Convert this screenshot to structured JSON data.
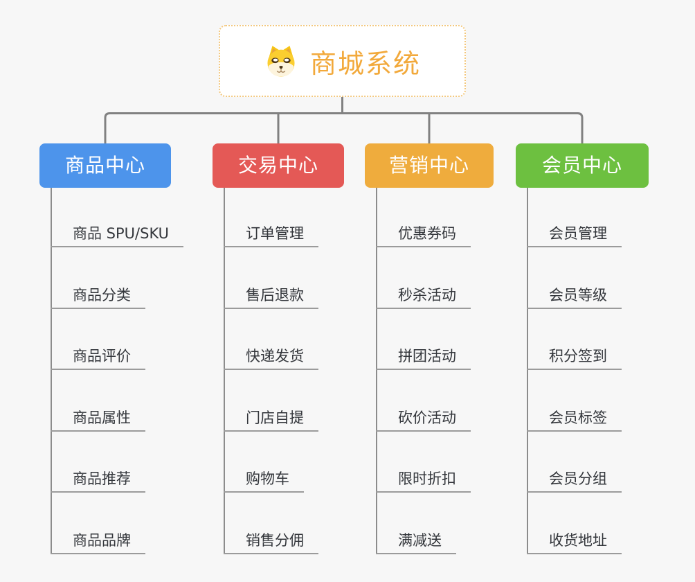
{
  "canvas": {
    "background_color": "#f7f7f7",
    "connector_color": "#818181",
    "trunk_color": "#8c8c8c",
    "underline_color": "#9b9b9b"
  },
  "root": {
    "title": "商城系统",
    "icon": "dog-face-icon",
    "text_color": "#f2a93b",
    "border_color": "#f3c87e"
  },
  "branches": [
    {
      "label": "商品中心",
      "color": "#4d94eb",
      "items": [
        "商品 SPU/SKU",
        "商品分类",
        "商品评价",
        "商品属性",
        "商品推荐",
        "商品品牌"
      ]
    },
    {
      "label": "交易中心",
      "color": "#e45956",
      "items": [
        "订单管理",
        "售后退款",
        "快递发货",
        "门店自提",
        "购物车",
        "销售分佣"
      ]
    },
    {
      "label": "营销中心",
      "color": "#efac3d",
      "items": [
        "优惠券码",
        "秒杀活动",
        "拼团活动",
        "砍价活动",
        "限时折扣",
        "满减送"
      ]
    },
    {
      "label": "会员中心",
      "color": "#6dc040",
      "items": [
        "会员管理",
        "会员等级",
        "积分签到",
        "会员标签",
        "会员分组",
        "收货地址"
      ]
    }
  ]
}
